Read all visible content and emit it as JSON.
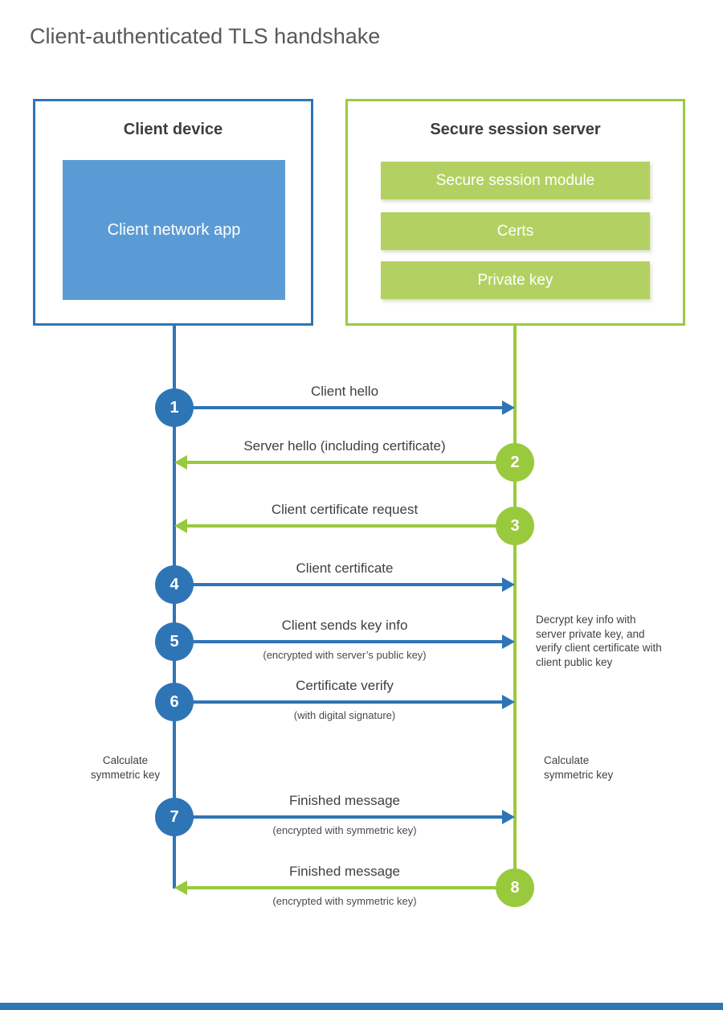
{
  "page": {
    "title": "Client-authenticated TLS handshake"
  },
  "client": {
    "title": "Client device",
    "app_label": "Client network app"
  },
  "server": {
    "title": "Secure session server",
    "modules": [
      "Secure session module",
      "Certs",
      "Private key"
    ]
  },
  "steps": [
    {
      "num": "1",
      "label": "Client hello",
      "actor": "client"
    },
    {
      "num": "2",
      "label": "Server hello (including certificate)",
      "actor": "server"
    },
    {
      "num": "3",
      "label": "Client certificate request",
      "actor": "server"
    },
    {
      "num": "4",
      "label": "Client certificate",
      "actor": "client"
    },
    {
      "num": "5",
      "label": "Client sends key info",
      "sublabel": "(encrypted with server’s public key)",
      "actor": "client"
    },
    {
      "num": "6",
      "label": "Certificate verify",
      "sublabel": "(with digital signature)",
      "actor": "client"
    },
    {
      "num": "7",
      "label": "Finished message",
      "sublabel": "(encrypted with symmetric key)",
      "actor": "client"
    },
    {
      "num": "8",
      "label": "Finished message",
      "sublabel": "(encrypted with symmetric key)",
      "actor": "server"
    }
  ],
  "annotations": {
    "decrypt_note": "Decrypt key info with server private key, and verify client certificate with client public key",
    "calc_left": "Calculate symmetric key",
    "calc_right": "Calculate symmetric key"
  },
  "colors": {
    "blue": "#2e75b6",
    "blue_fill": "#5b9bd5",
    "green": "#99c93d",
    "green_fill": "#b3d162"
  }
}
